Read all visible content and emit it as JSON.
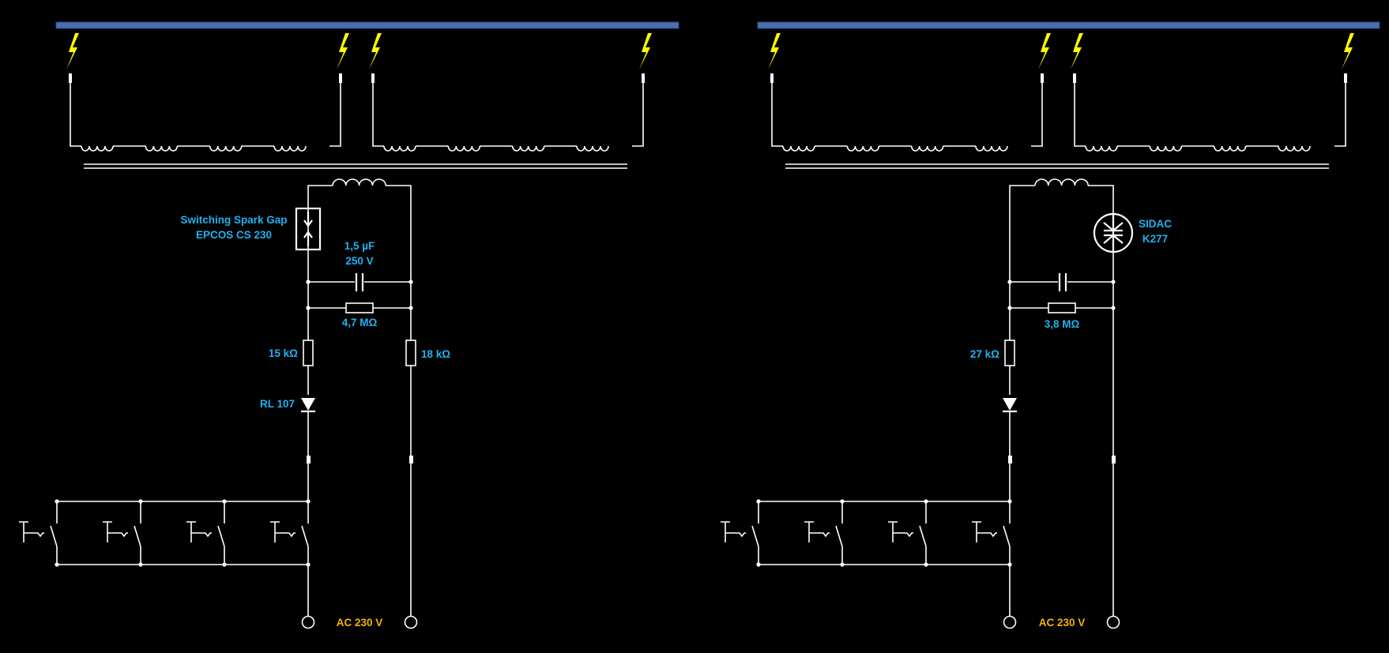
{
  "colors": {
    "background": "#000000",
    "wire": "#ffffff",
    "label": "#1fb2ef",
    "supply_label": "#f5b400",
    "electrode_bar": "#4a6fae",
    "spark": "#ffff00"
  },
  "left_circuit": {
    "spark_gap_line1": "Switching Spark Gap",
    "spark_gap_line2": "EPCOS  CS 230",
    "capacitor_line1": "1,5 µF",
    "capacitor_line2": "250 V",
    "parallel_resistor": "4,7 MΩ",
    "series_resistor": "15 kΩ",
    "right_resistor": "18 kΩ",
    "diode": "RL 107",
    "supply": "AC 230 V"
  },
  "right_circuit": {
    "sidac_line1": "SIDAC",
    "sidac_line2": "K277",
    "parallel_resistor": "3,8 MΩ",
    "series_resistor": "27 kΩ",
    "supply": "AC 230 V"
  },
  "icons": {
    "spark": "lightning-bolt-icon",
    "push_button": "push-button-switch-icon"
  }
}
